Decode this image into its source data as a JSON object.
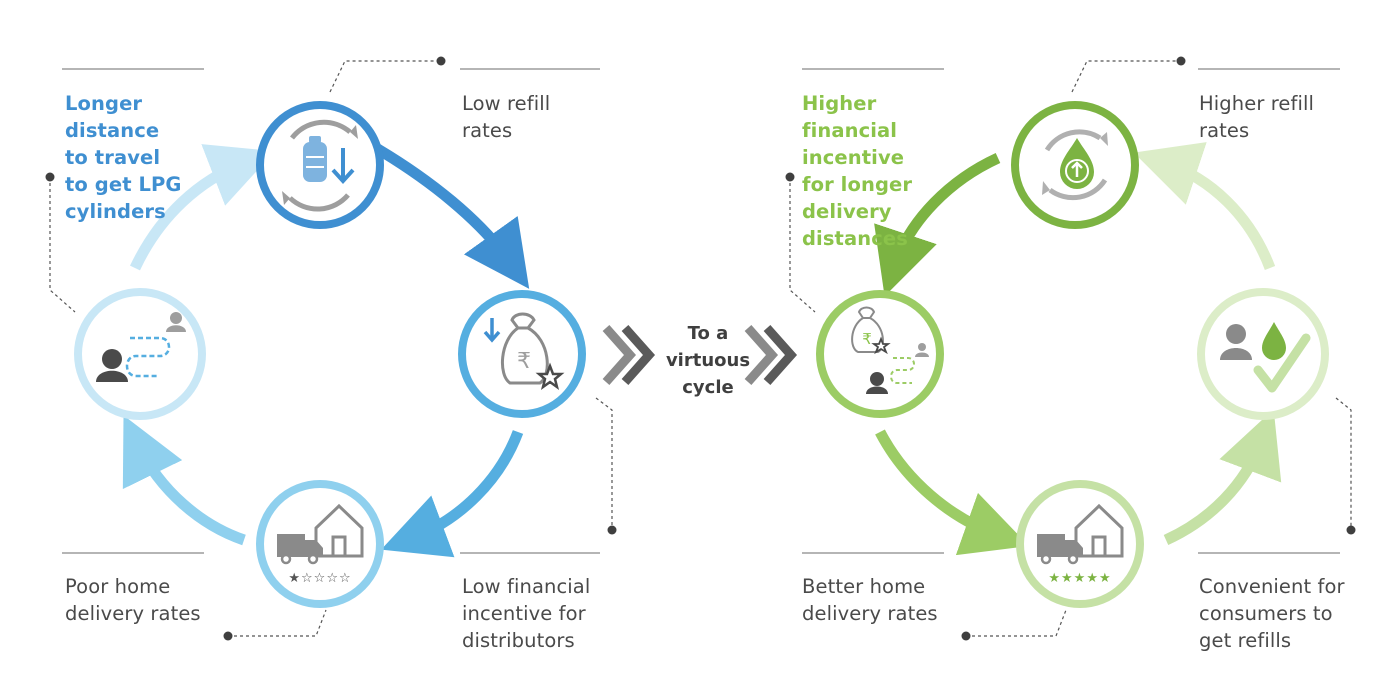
{
  "left_cycle": {
    "top_left": "Longer\ndistance\nto travel\nto get LPG\ncylinders",
    "top_right": "Low refill\nrates",
    "bottom_left": "Poor home\ndelivery rates",
    "bottom_right": "Low financial\nincentive for\ndistributors",
    "rating_stars": "★☆☆☆☆"
  },
  "right_cycle": {
    "top_left": "Higher\nfinancial\nincentive\nfor longer\ndelivery\ndistances",
    "top_right": "Higher refill\nrates",
    "bottom_left": "Better home\ndelivery rates",
    "bottom_right": "Convenient for\nconsumers to\nget refills",
    "rating_stars": "★★★★★"
  },
  "transition": {
    "text": "To a\nvirtuous\ncycle"
  },
  "icons": {
    "lpg": "lpg-cylinder-down-icon",
    "money": "rupee-money-bag-icon",
    "truck": "delivery-truck-house-icon",
    "distance": "person-distance-icon",
    "drop": "refill-drop-up-icon",
    "consumer": "consumer-check-icon"
  },
  "colors": {
    "blue_dark": "#3f8fd1",
    "blue_mid": "#55aee0",
    "blue_light": "#8fd0ee",
    "blue_pale": "#c8e7f6",
    "green_dark": "#7cb342",
    "green_mid": "#9ccc65",
    "green_light": "#c5e1a5",
    "green_pale": "#dcedc8",
    "icon_grey": "#8a8a8a",
    "text": "#4a4a4a"
  }
}
